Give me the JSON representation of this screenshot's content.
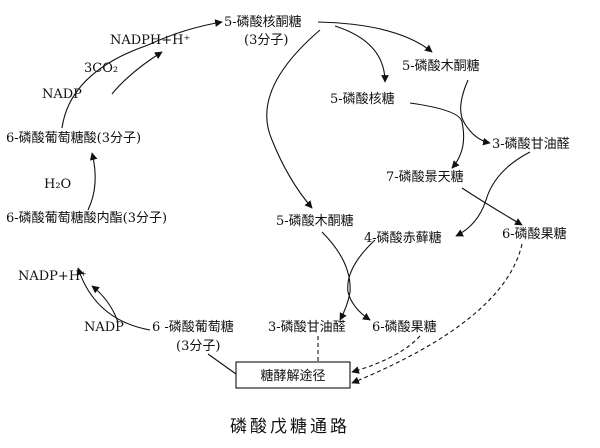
{
  "nodes": {
    "ribulose5p": "5-磷酸核酮糖",
    "ribulose5p_count": "(3分子)",
    "xylulose5p_top": "5-磷酸木酮糖",
    "ribose5p": "5-磷酸核糖",
    "g3p_right": "3-磷酸甘油醛",
    "sedoheptulose7p": "7-磷酸景天糖",
    "erythrose4p": "4-磷酸赤藓糖",
    "xylulose5p_mid": "5-磷酸木酮糖",
    "fructose6p_right": "6-磷酸果糖",
    "g3p_bottom": "3-磷酸甘油醛",
    "fructose6p_bottom": "6-磷酸果糖",
    "glucose6p": "6 -磷酸葡萄糖",
    "glucose6p_count": "(3分子)",
    "glycolysis_box": "糖酵解途径",
    "gluconolactone": "6-磷酸葡萄糖酸内酯(3分子)",
    "gluconate6p": "6-磷酸葡萄糖酸(3分子)",
    "nadp_1": "NADP",
    "nadph_1": "NADP+H⁺",
    "h2o": "H₂O",
    "nadp_2": "NADP",
    "nadph_2": "NADPH+H⁺",
    "co2": "3CO₂"
  },
  "caption": "磷酸戊糖通路"
}
